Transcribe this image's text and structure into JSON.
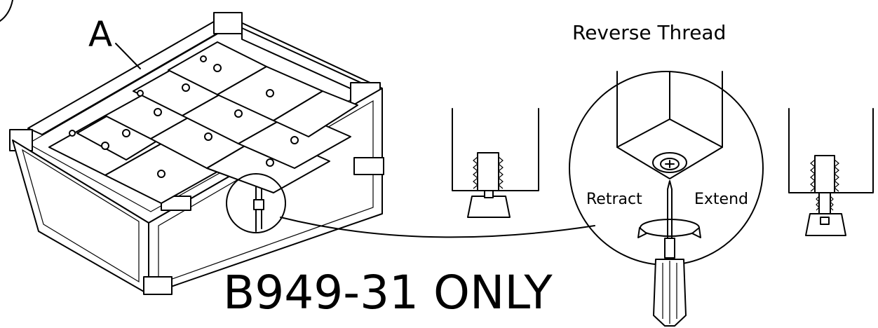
{
  "labels": {
    "callout_a": "A",
    "reverse_thread": "Reverse Thread",
    "retract": "Retract",
    "extend": "Extend",
    "model_note": "B949-31 ONLY"
  },
  "icons": {
    "cabinet": "drawer-cabinet-icon",
    "screwdriver": "phillips-screwdriver-icon",
    "rotation": "rotate-arrows-icon"
  },
  "colors": {
    "line": "#000000",
    "background": "#ffffff"
  }
}
